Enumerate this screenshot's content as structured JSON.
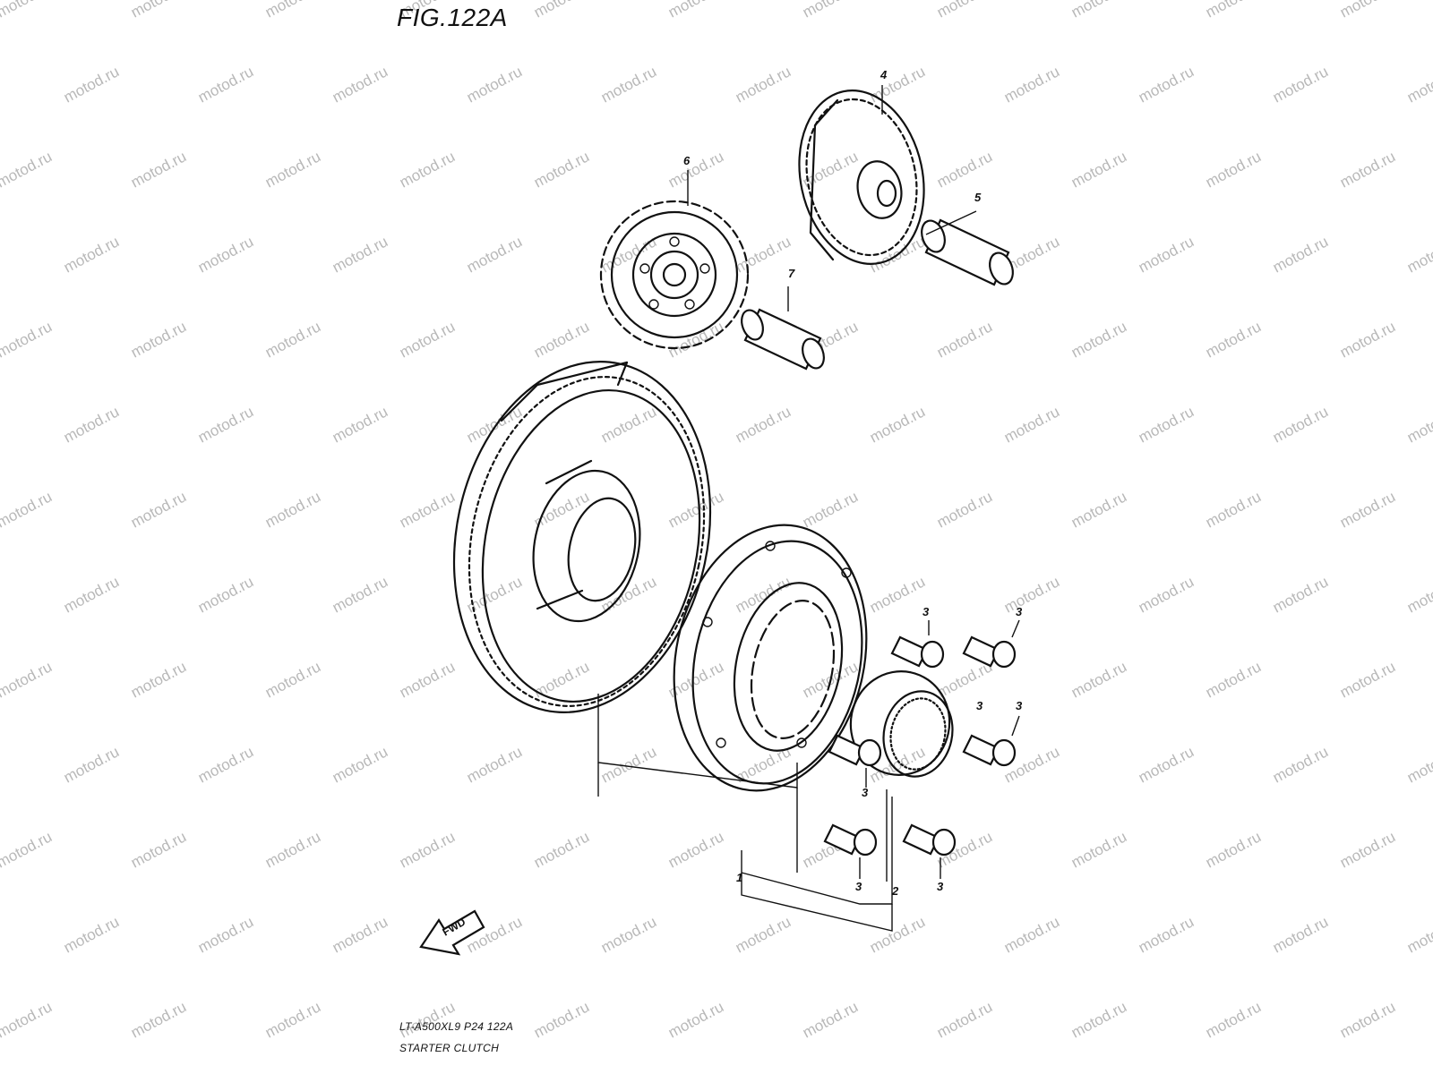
{
  "figure": {
    "title": "FIG.122A"
  },
  "footer": {
    "code": "LT-A500XL9  P24  122A",
    "name": "STARTER CLUTCH"
  },
  "direction_arrow": {
    "label": "FWD"
  },
  "watermark": {
    "text": "motod.ru"
  },
  "callouts": {
    "c1": "1",
    "c2": "2",
    "c4": "4",
    "c5": "5",
    "c6": "6",
    "c7": "7",
    "c3a": "3",
    "c3b": "3",
    "c3c": "3",
    "c3d": "3",
    "c3e": "3",
    "c3f": "3",
    "c3g": "3"
  },
  "colors": {
    "line": "#111111",
    "watermark": "#b8b8b8",
    "background": "#ffffff"
  }
}
